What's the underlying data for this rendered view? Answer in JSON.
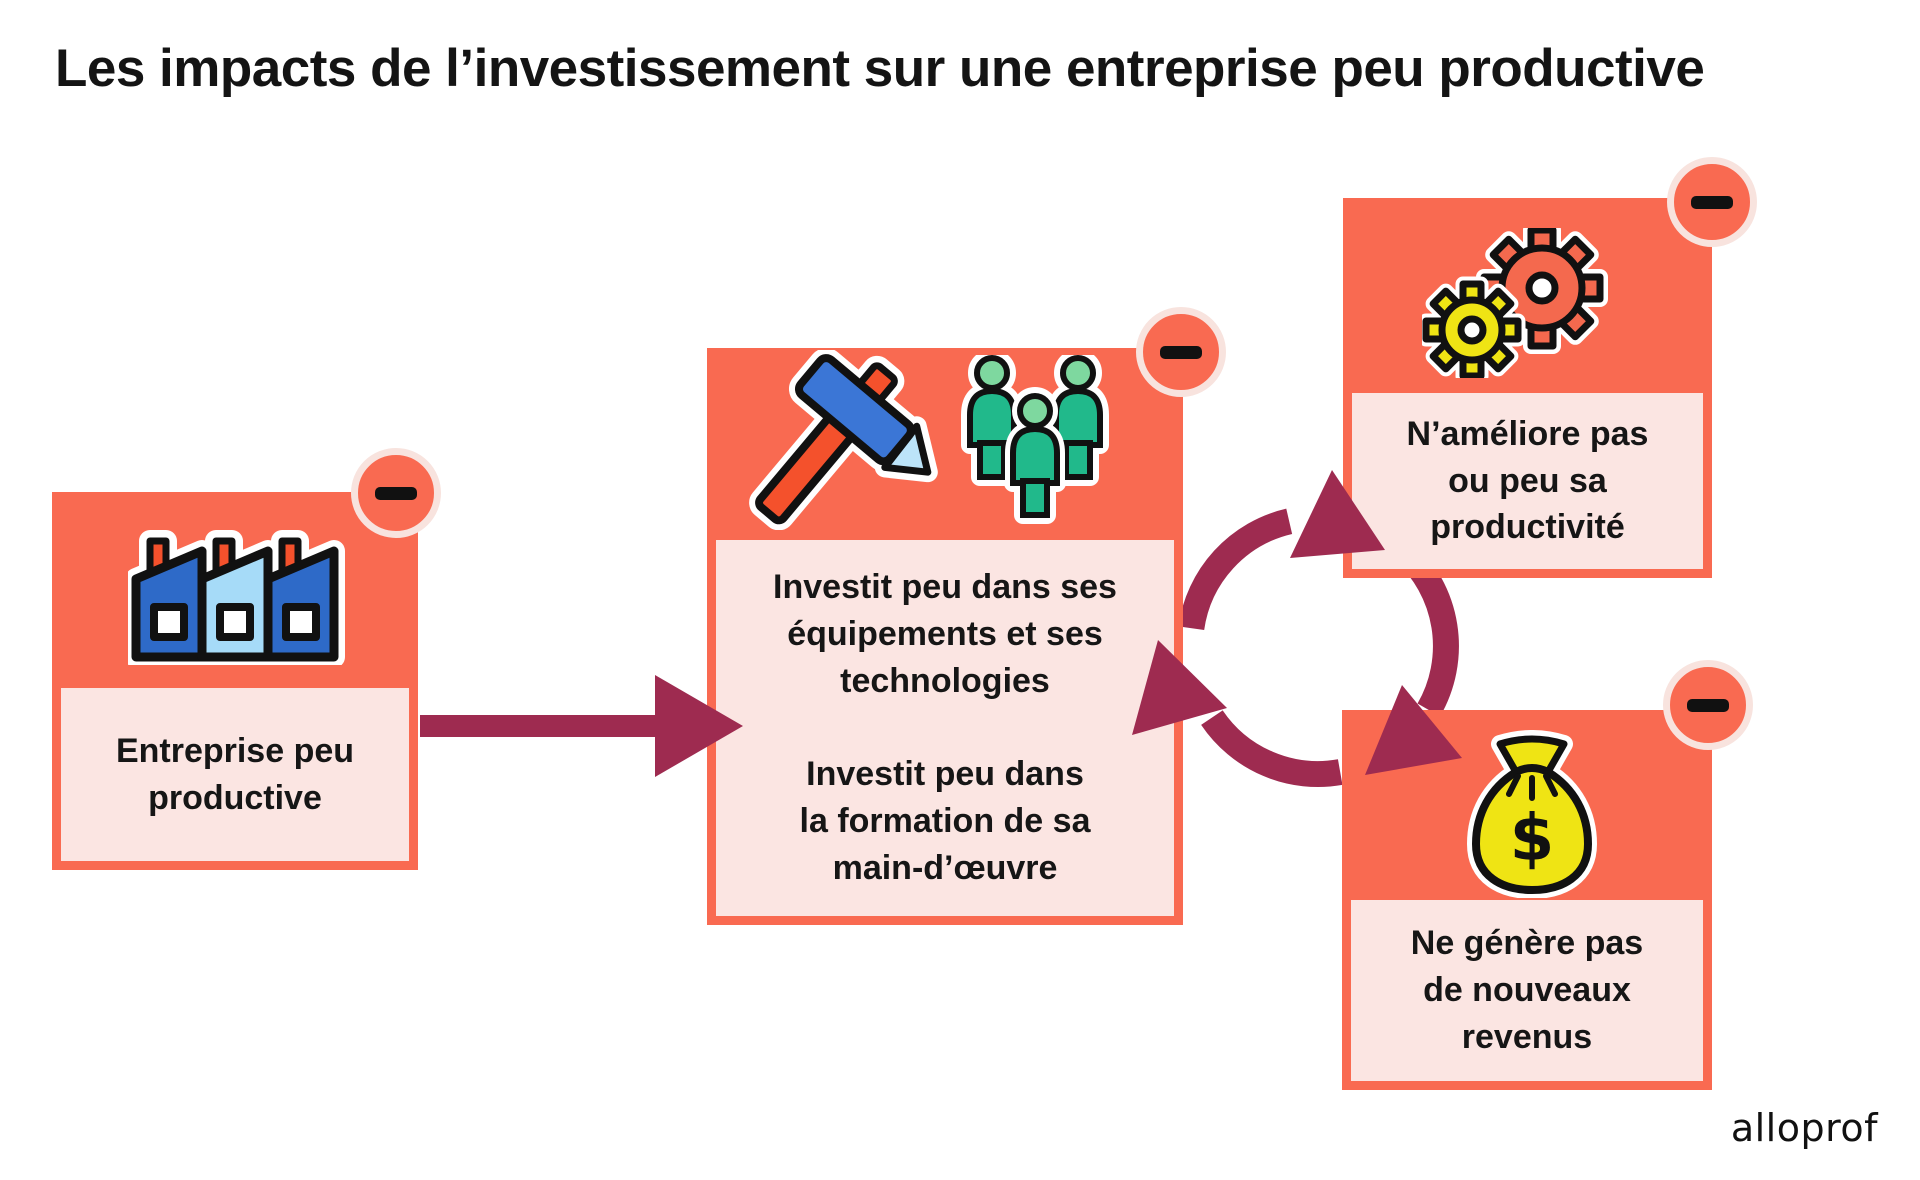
{
  "title": "Les impacts de l’investissement sur une entreprise peu productive",
  "brand": "alloprof",
  "palette": {
    "orange": "#F96A51",
    "panel_pink": "#FBE5E2",
    "arrow_maroon": "#9E2B50",
    "text_black": "#161616",
    "badge_ring_pink": "#F8E3DE",
    "factory_blue": "#2E6AC8",
    "factory_light_blue": "#A6DBF8",
    "people_green": "#21B98B",
    "people_head_green": "#7ED89F",
    "gear_yellow": "#EFE414",
    "gear_coral": "#F4694E",
    "hammer_handle_orange": "#F4512C",
    "hammer_head_blue": "#3B76D6",
    "money_bag_yellow": "#EFE414"
  },
  "boxes": {
    "company": {
      "label": "Entreprise peu\nproductive",
      "icon": "factory-icon",
      "badge": "minus-icon"
    },
    "invest": {
      "label": "Investit peu dans ses\néquipements et ses\ntechnologies\n\nInvestit peu dans\nla formation de sa\nmain-d’œuvre",
      "icons": "hammer-icon, people-icon",
      "badge": "minus-icon"
    },
    "productivity": {
      "label": "N’améliore pas\nou peu sa\nproductivité",
      "icon": "gears-icon",
      "badge": "minus-icon"
    },
    "revenue": {
      "label": "Ne génère pas\nde nouveaux\nrevenus",
      "icon": "money-bag-icon",
      "badge": "minus-icon"
    }
  },
  "money_bag_symbol": "$"
}
